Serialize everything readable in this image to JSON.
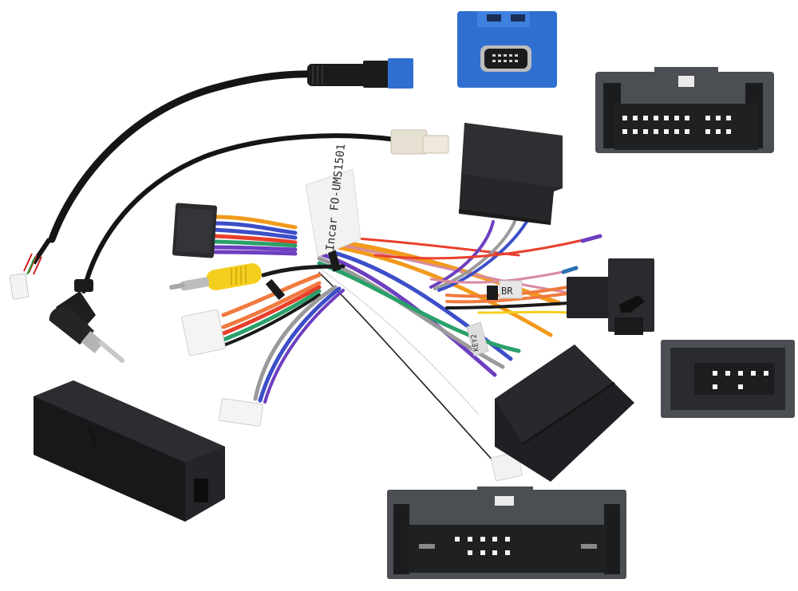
{
  "scene": {
    "subject": "Car radio wiring harness kit",
    "background": "#ffffff"
  },
  "labels": {
    "main_tag": "Incar FO-UMS1501",
    "key_tag": "KEY2",
    "small_tag": "BR"
  },
  "components": [
    {
      "id": "usb-cable",
      "name": "USB extension cable",
      "connector_color": "#2f6fd0"
    },
    {
      "id": "blue-mini-usb-socket",
      "name": "Blue mini-USB socket",
      "color": "#2f6fd0"
    },
    {
      "id": "vehicle-connector-top-right",
      "name": "Vehicle connector (24-pin)",
      "color": "#3a3d42"
    },
    {
      "id": "antenna-adapter",
      "name": "Antenna adapter cable"
    },
    {
      "id": "white-2pin-plug",
      "name": "White 2-pin plug",
      "color": "#e6e0d2"
    },
    {
      "id": "main-harness",
      "name": "Main wiring harness"
    },
    {
      "id": "rca-plug",
      "name": "Yellow RCA video plug",
      "color": "#f4cf1f"
    },
    {
      "id": "quadlock-connector",
      "name": "Radio-side connector"
    },
    {
      "id": "speaker-connector",
      "name": "Side connector"
    },
    {
      "id": "vehicle-connector-right",
      "name": "Vehicle connector (12-pin)",
      "color": "#3a3d42"
    },
    {
      "id": "decoder-box",
      "name": "CAN-bus decoder box",
      "color": "#1e2023"
    },
    {
      "id": "vehicle-connector-bottom",
      "name": "Vehicle connector (24-pin, bottom)",
      "color": "#3a3d42"
    }
  ],
  "wire_colors": [
    "#f29a1c",
    "#3c4fc8",
    "#e8402c",
    "#2aa06a",
    "#6d3fc0",
    "#9a9a9a",
    "#ffffff",
    "#1a1a1a",
    "#f07a40",
    "#d88aa0"
  ]
}
